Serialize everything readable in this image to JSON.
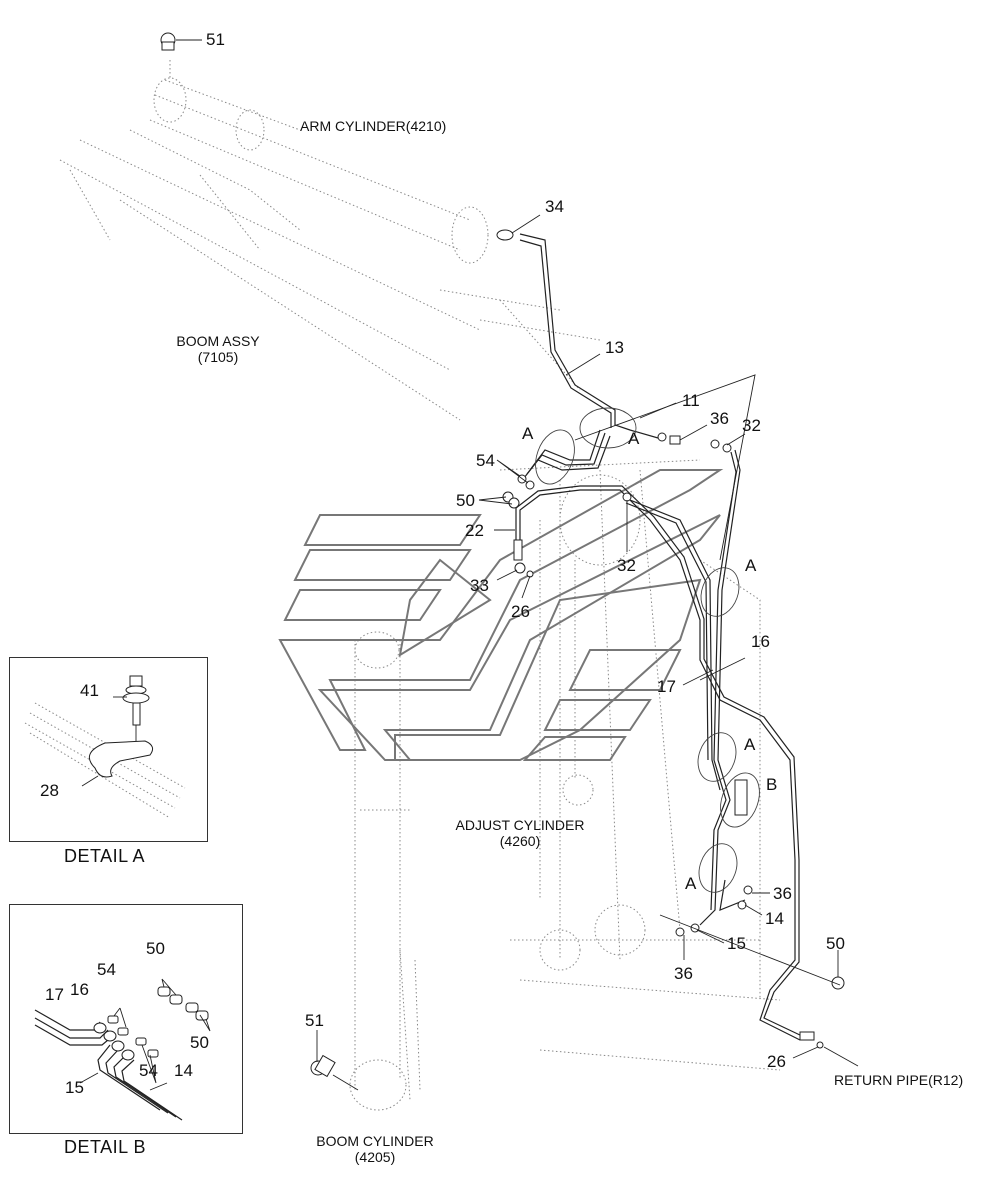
{
  "diagram": {
    "type": "exploded parts diagram",
    "assembly_labels": [
      {
        "id": "arm-cylinder",
        "text": "ARM CYLINDER(4210)"
      },
      {
        "id": "boom-assy",
        "line1": "BOOM ASSY",
        "line2": "(7105)"
      },
      {
        "id": "adjust-cylinder",
        "line1": "ADJUST CYLINDER",
        "line2": "(4260)"
      },
      {
        "id": "boom-cylinder",
        "line1": "BOOM CYLINDER",
        "line2": "(4205)"
      },
      {
        "id": "return-pipe",
        "text": "RETURN PIPE(R12)"
      }
    ],
    "callouts": [
      {
        "n": "51"
      },
      {
        "n": "34"
      },
      {
        "n": "13"
      },
      {
        "n": "11"
      },
      {
        "n": "36"
      },
      {
        "n": "32"
      },
      {
        "n": "A"
      },
      {
        "n": "A"
      },
      {
        "n": "54"
      },
      {
        "n": "50"
      },
      {
        "n": "22"
      },
      {
        "n": "32"
      },
      {
        "n": "33"
      },
      {
        "n": "26"
      },
      {
        "n": "A"
      },
      {
        "n": "16"
      },
      {
        "n": "17"
      },
      {
        "n": "A"
      },
      {
        "n": "B"
      },
      {
        "n": "A"
      },
      {
        "n": "36"
      },
      {
        "n": "14"
      },
      {
        "n": "15"
      },
      {
        "n": "36"
      },
      {
        "n": "50"
      },
      {
        "n": "26"
      },
      {
        "n": "51"
      }
    ],
    "detail_a": {
      "title": "DETAIL  A",
      "callouts": [
        "41",
        "28"
      ]
    },
    "detail_b": {
      "title": "DETAIL  B",
      "callouts": [
        "50",
        "54",
        "17",
        "16",
        "50",
        "54",
        "15",
        "14"
      ]
    }
  }
}
